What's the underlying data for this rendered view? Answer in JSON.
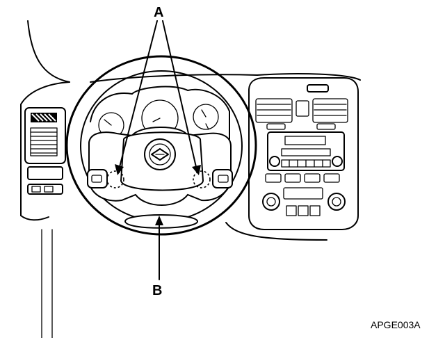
{
  "labels": {
    "callout_a": "A",
    "callout_b": "B",
    "figure_code": "APGE003A"
  }
}
